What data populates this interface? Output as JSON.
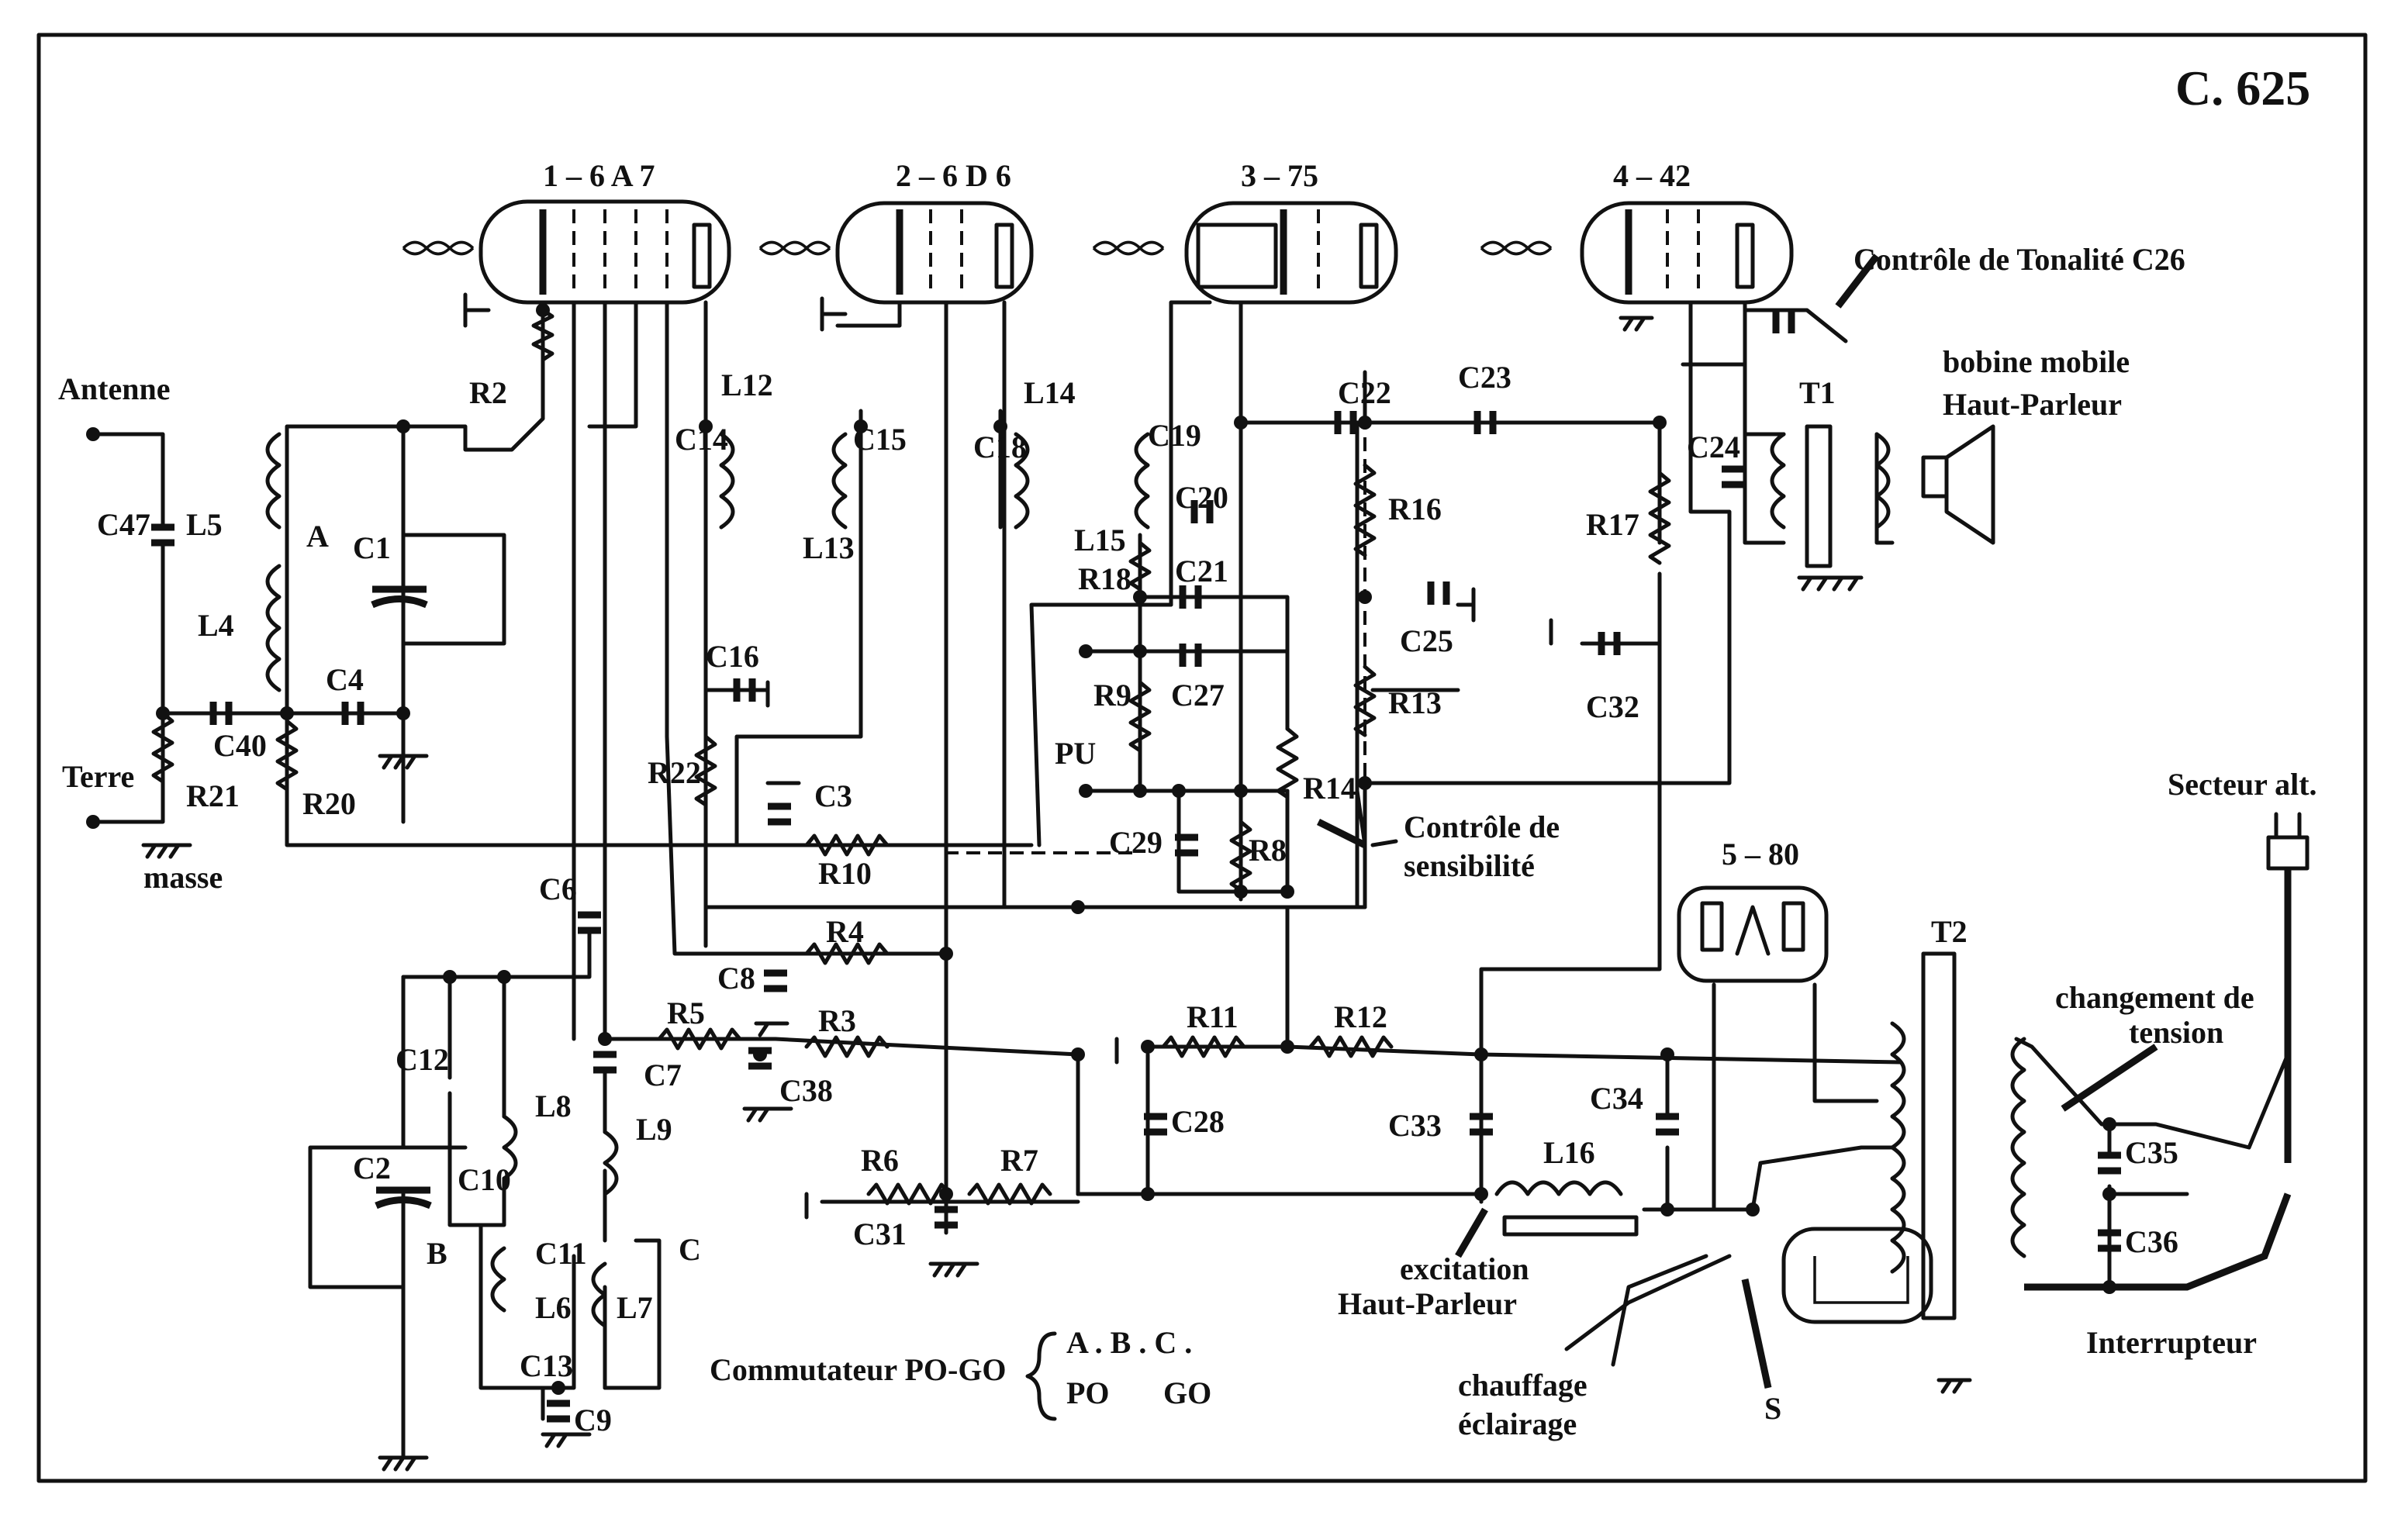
{
  "sheet_ref": "C. 625",
  "tubes": [
    {
      "id": "tube-1",
      "label": "1 ‒ 6 A 7"
    },
    {
      "id": "tube-2",
      "label": "2 ‒ 6 D 6"
    },
    {
      "id": "tube-3",
      "label": "3 ‒ 75"
    },
    {
      "id": "tube-4",
      "label": "4 ‒ 42"
    },
    {
      "id": "tube-5",
      "label": "5 ‒ 80"
    }
  ],
  "components": {
    "C1": "C1",
    "C2": "C2",
    "C3": "C3",
    "C4": "C4",
    "C6": "C6",
    "C7": "C7",
    "C8": "C8",
    "C9": "C9",
    "C10": "C10",
    "C11": "C11",
    "C12": "C12",
    "C13": "C13",
    "C14": "C14",
    "C15": "C15",
    "C16": "C16",
    "C18": "C18",
    "C19": "C19",
    "C20": "C20",
    "C21": "C21",
    "C22": "C22",
    "C23": "C23",
    "C24": "C24",
    "C25": "C25",
    "C27": "C27",
    "C28": "C28",
    "C29": "C29",
    "C31": "C31",
    "C32": "C32",
    "C33": "C33",
    "C34": "C34",
    "C35": "C35",
    "C36": "C36",
    "C38": "C38",
    "C40": "C40",
    "C47": "C47",
    "R2": "R2",
    "R3": "R3",
    "R4": "R4",
    "R5": "R5",
    "R6": "R6",
    "R7": "R7",
    "R8": "R8",
    "R9": "R9",
    "R10": "R10",
    "R11": "R11",
    "R12": "R12",
    "R13": "R13",
    "R14": "R14",
    "R16": "R16",
    "R17": "R17",
    "R18": "R18",
    "R20": "R20",
    "R21": "R21",
    "R22": "R22",
    "L4": "L4",
    "L5": "L5",
    "L6": "L6",
    "L7": "L7",
    "L8": "L8",
    "L9": "L9",
    "L12": "L12",
    "L13": "L13",
    "L14": "L14",
    "L15": "L15",
    "L16": "L16",
    "T1": "T1",
    "T2": "T2",
    "A": "A",
    "B": "B",
    "C": "C",
    "S": "S",
    "PU": "PU"
  },
  "labels": {
    "antenne": "Antenne",
    "terre": "Terre",
    "masse": "masse",
    "tone_control": "Contrôle de Tonalité C26",
    "speaker_1": "bobine mobile",
    "speaker_2": "Haut-Parleur",
    "sensitivity_1": "Contrôle de",
    "sensitivity_2": "sensibilité",
    "mains": "Secteur alt.",
    "voltage_1": "changement de",
    "voltage_2": "tension",
    "switch": "Interrupteur",
    "excitation_1": "excitation",
    "excitation_2": "Haut-Parleur",
    "heater_1": "chauffage",
    "heater_2": "éclairage",
    "commutator": "Commutateur PO-GO",
    "comm_row1": "A . B . C .",
    "comm_po": "PO",
    "comm_go": "GO"
  }
}
